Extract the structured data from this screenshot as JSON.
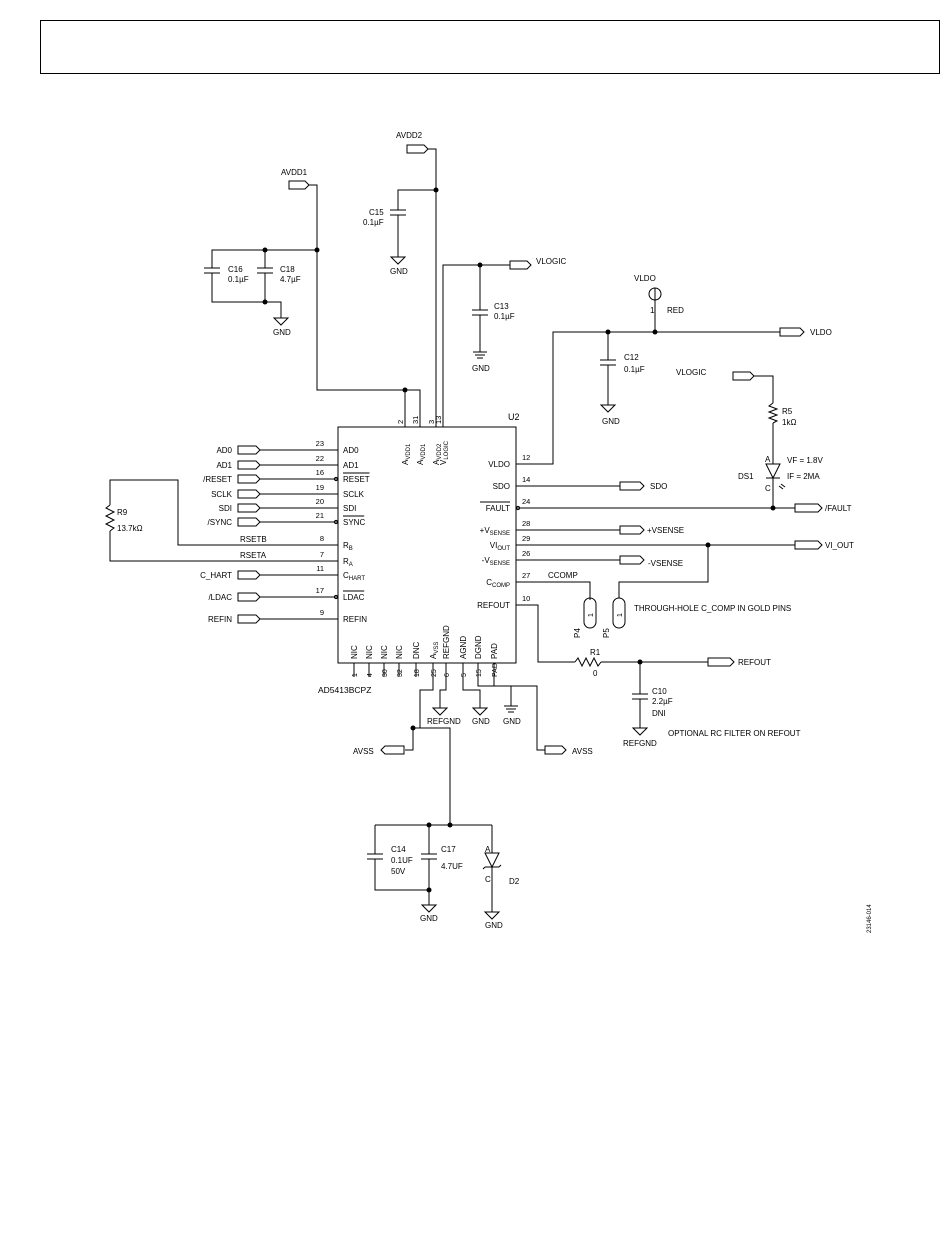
{
  "header": {
    "text": ""
  },
  "ic": {
    "ref": "U2",
    "part": "AD5413BCPZ",
    "left_pins": [
      {
        "num": "23",
        "label": "AD0",
        "net": "AD0"
      },
      {
        "num": "22",
        "label": "AD1",
        "net": "AD1"
      },
      {
        "num": "16",
        "label": "RESET",
        "net": "/RESET"
      },
      {
        "num": "19",
        "label": "SCLK",
        "net": "SCLK"
      },
      {
        "num": "20",
        "label": "SDI",
        "net": "SDI"
      },
      {
        "num": "21",
        "label": "SYNC",
        "net": "/SYNC"
      },
      {
        "num": "8",
        "label": "R",
        "sub": "B",
        "net": "RSETB"
      },
      {
        "num": "7",
        "label": "R",
        "sub": "A",
        "net": "RSETA"
      },
      {
        "num": "11",
        "label": "C",
        "sub": "HART",
        "net": "C_HART"
      },
      {
        "num": "17",
        "label": "LDAC",
        "net": "/LDAC"
      },
      {
        "num": "9",
        "label": "REFIN",
        "net": "REFIN"
      }
    ],
    "right_pins": [
      {
        "num": "12",
        "label": "VLDO"
      },
      {
        "num": "14",
        "label": "SDO"
      },
      {
        "num": "24",
        "label": "FAULT"
      },
      {
        "num": "28",
        "label": "+V",
        "sub": "SENSE"
      },
      {
        "num": "29",
        "label": "VI",
        "sub": "OUT"
      },
      {
        "num": "26",
        "label": "-V",
        "sub": "SENSE"
      },
      {
        "num": "27",
        "label": "C",
        "sub": "COMP"
      },
      {
        "num": "10",
        "label": "REFOUT"
      }
    ],
    "top_pins": [
      {
        "num": "2",
        "label": "A",
        "sub": "VDD1"
      },
      {
        "num": "31",
        "label": "A",
        "sub": "VDD1"
      },
      {
        "num": "3",
        "label": "A",
        "sub": "VDD2"
      },
      {
        "num": "13",
        "label": "V",
        "sub": "LOGIC"
      }
    ],
    "bottom_pins": [
      {
        "num": "1",
        "label": "NIC"
      },
      {
        "num": "4",
        "label": "NIC"
      },
      {
        "num": "30",
        "label": "NIC"
      },
      {
        "num": "32",
        "label": "NIC"
      },
      {
        "num": "18",
        "label": "DNC"
      },
      {
        "num": "25",
        "label": "A",
        "sub": "VSS"
      },
      {
        "num": "6",
        "label": "REFGND"
      },
      {
        "num": "5",
        "label": "AGND"
      },
      {
        "num": "15",
        "label": "DGND"
      },
      {
        "num": "PAD",
        "label": "PAD"
      }
    ]
  },
  "nets": {
    "avdd1": "AVDD1",
    "avdd2": "AVDD2",
    "vlogic": "VLOGIC",
    "vlogic2": "VLOGIC",
    "vldo": "VLDO",
    "vldo_tp": "VLDO",
    "sdo": "SDO",
    "fault": "/FAULT",
    "vsense_p": "+VSENSE",
    "vsense_n": "-VSENSE",
    "vi_out": "VI_OUT",
    "ccomp": "CCOMP",
    "refout": "REFOUT",
    "avss_left": "AVSS",
    "avss_right": "AVSS",
    "gnd": "GND",
    "refgnd": "REFGND"
  },
  "components": {
    "c15": {
      "ref": "C15",
      "value": "0.1µF"
    },
    "c16": {
      "ref": "C16",
      "value": "0.1µF"
    },
    "c18": {
      "ref": "C18",
      "value": "4.7µF"
    },
    "c13": {
      "ref": "C13",
      "value": "0.1µF"
    },
    "c12": {
      "ref": "C12",
      "value": "0.1µF"
    },
    "r5": {
      "ref": "R5",
      "value": "1kΩ"
    },
    "ds1": {
      "ref": "DS1",
      "vf": "VF = 1.8V",
      "if": "IF = 2MA",
      "anode": "A",
      "cathode": "C"
    },
    "tp_vldo": {
      "pin": "1",
      "color": "RED"
    },
    "r9": {
      "ref": "R9",
      "value": "13.7kΩ"
    },
    "p4": {
      "ref": "P4",
      "pin": "1"
    },
    "p5": {
      "ref": "P5",
      "pin": "1"
    },
    "r1": {
      "ref": "R1",
      "value": "0"
    },
    "c10": {
      "ref": "C10",
      "value": "2.2µF",
      "note": "DNI"
    },
    "c14": {
      "ref": "C14",
      "value": "0.1UF",
      "voltage": "50V"
    },
    "c17": {
      "ref": "C17",
      "value": "4.7UF"
    },
    "d2": {
      "ref": "D2",
      "anode": "A",
      "cathode": "C"
    }
  },
  "notes": {
    "ccomp_note": "THROUGH-HOLE C_COMP IN GOLD PINS",
    "refout_note": "OPTIONAL RC FILTER ON REFOUT",
    "figure_id": "23146-014"
  }
}
